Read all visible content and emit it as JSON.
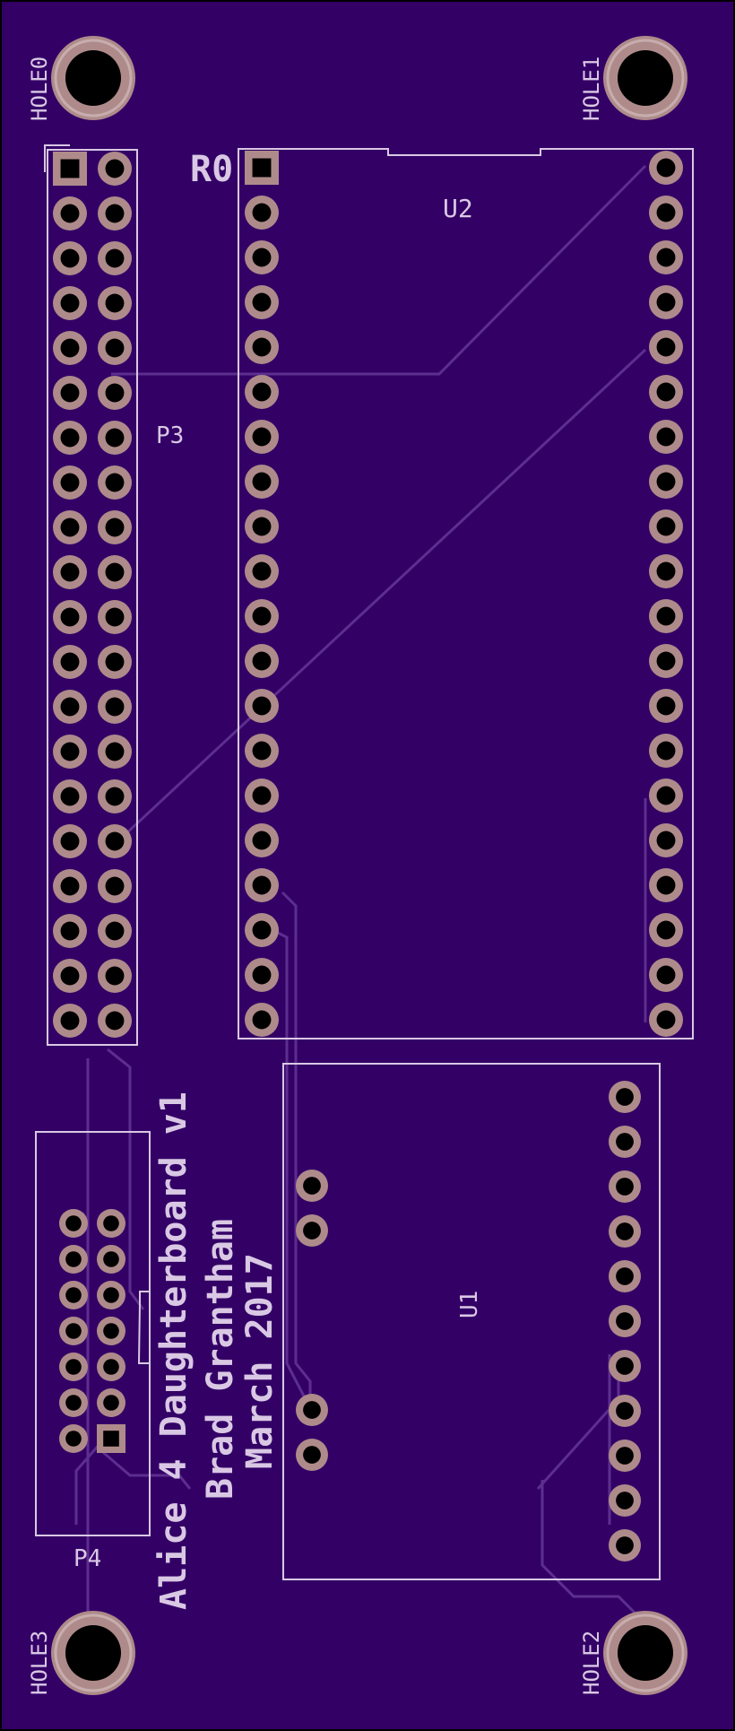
{
  "board": {
    "colors": {
      "substrate": "#330066",
      "outline": "#000000",
      "silkscreen": "#d9c8e4",
      "trace": "#5c2f8f",
      "pad_ring": "#ae8b8a",
      "drill": "#000000"
    }
  },
  "mounting_holes": [
    {
      "label": "HOLE0"
    },
    {
      "label": "HOLE1"
    },
    {
      "label": "HOLE3"
    },
    {
      "label": "HOLE2"
    }
  ],
  "components": {
    "p3": {
      "designator": "P3",
      "rows": 20,
      "cols": 2
    },
    "u2": {
      "designator": "U2",
      "pins_per_side": 20
    },
    "r0": {
      "designator": "R0"
    },
    "u1": {
      "designator": "U1",
      "right_pins": 11
    },
    "p4": {
      "designator": "P4",
      "rows": 7,
      "cols": 2
    }
  },
  "credits": {
    "line1": "Alice 4 Daughterboard v1",
    "line2": "Brad Grantham",
    "line3": "March 2017"
  }
}
